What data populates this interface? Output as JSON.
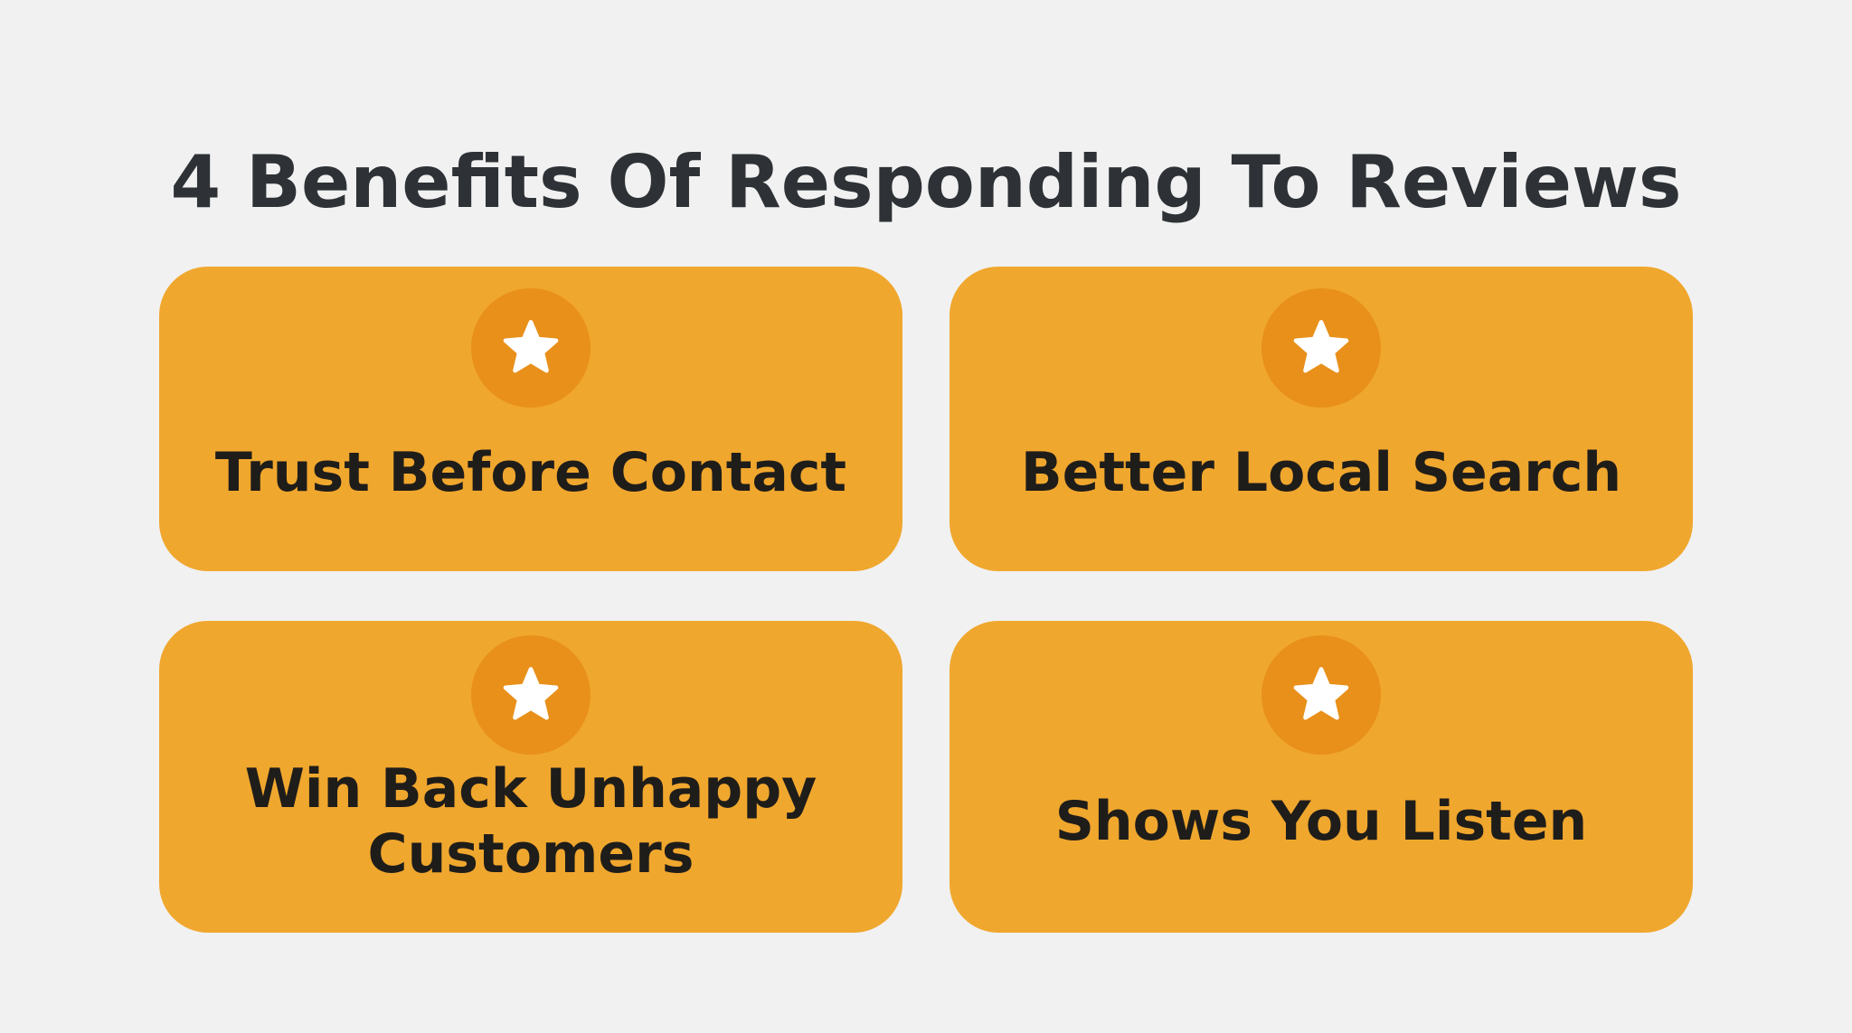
{
  "title": "4 Benefits Of Responding To Reviews",
  "colors": {
    "background": "#f1f1f1",
    "card": "#f0a72e",
    "badge": "#e8901a",
    "star": "#ffffff",
    "title_text": "#2e3236",
    "card_text": "#1f1d1a"
  },
  "cards": [
    {
      "label": "Trust Before Contact",
      "icon": "star-icon"
    },
    {
      "label": "Better Local Search",
      "icon": "star-icon"
    },
    {
      "label": "Win Back Unhappy Customers",
      "icon": "star-icon"
    },
    {
      "label": "Shows You Listen",
      "icon": "star-icon"
    }
  ]
}
